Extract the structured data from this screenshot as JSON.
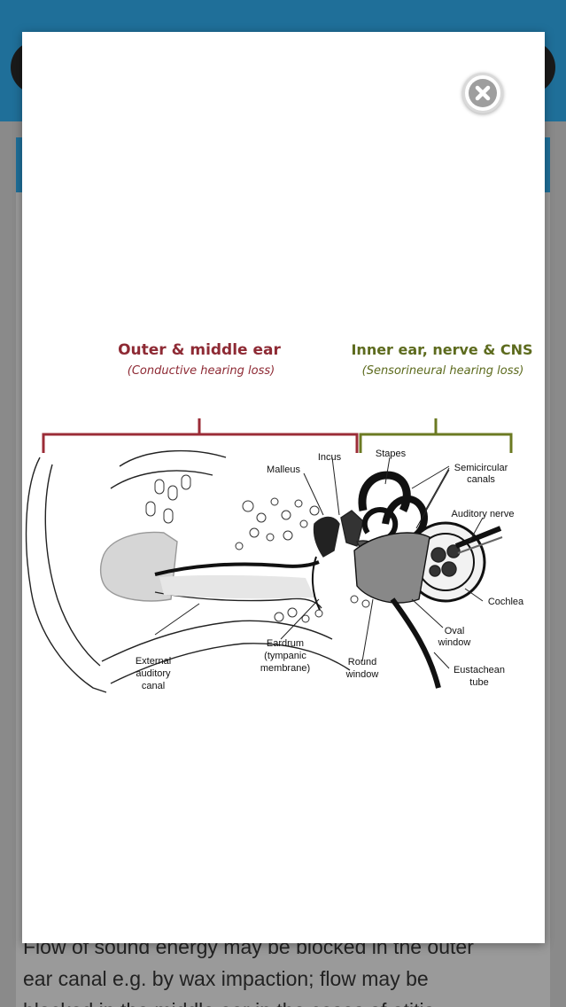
{
  "background_page": {
    "body_text_lines": [
      "Flow of sound energy may be blocked in the outer",
      "ear canal e.g. by wax impaction; flow may be",
      "blocked in the middle ear in the cases of otitis"
    ]
  },
  "modal": {
    "close_icon": "close-x-icon",
    "figure": {
      "outer_header": "Outer & middle ear",
      "outer_subheader": "(Conductive hearing loss)",
      "inner_header": "Inner ear, nerve & CNS",
      "inner_subheader": "(Sensorineural hearing loss)",
      "labels": {
        "malleus": "Malleus",
        "incus": "Incus",
        "stapes": "Stapes",
        "semicircular_1": "Semicircular",
        "semicircular_2": "canals",
        "auditory_nerve": "Auditory nerve",
        "cochlea": "Cochlea",
        "oval_1": "Oval",
        "oval_2": "window",
        "eustachian_1": "Eustachean",
        "eustachian_2": "tube",
        "round_1": "Round",
        "round_2": "window",
        "eardrum_1": "Eardrum",
        "eardrum_2": "(tympanic",
        "eardrum_3": "membrane)",
        "canal_1": "External",
        "canal_2": "auditory",
        "canal_3": "canal"
      }
    }
  },
  "colors": {
    "header_blue": "#1f6f99",
    "outer_red": "#8e2a34",
    "inner_green": "#5d6b1e"
  }
}
